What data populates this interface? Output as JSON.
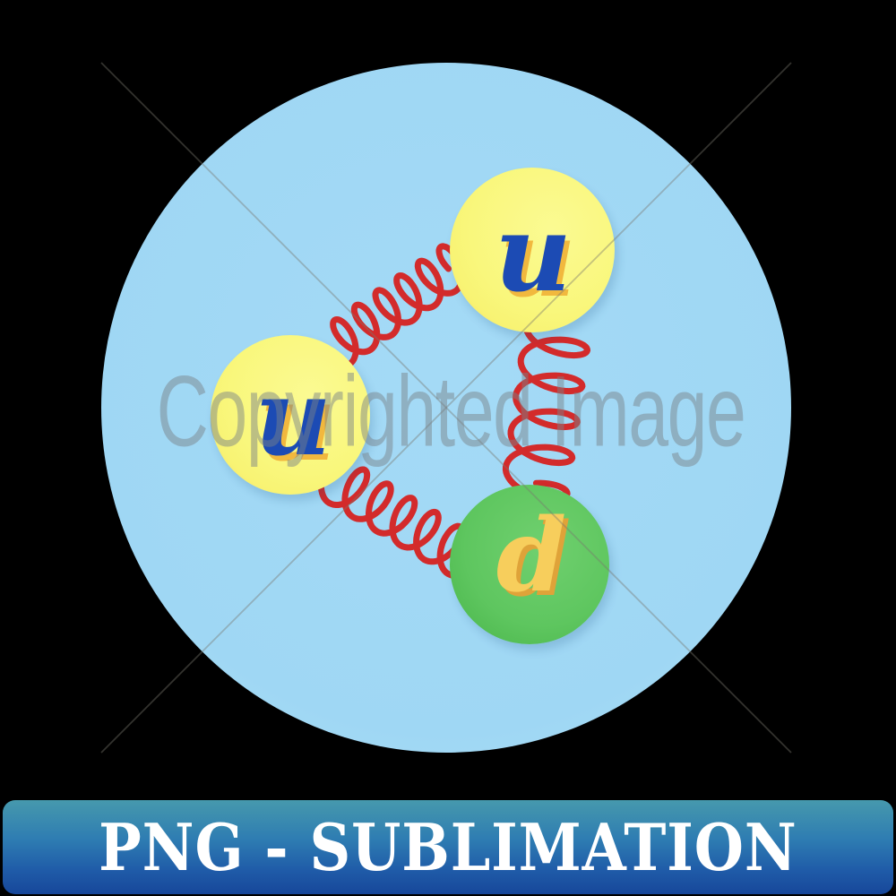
{
  "proton_diagram": {
    "description": "proton made of two up quarks and one down quark joined by gluon springs",
    "circle_color": "#9fd7f4",
    "gluon_color": "#d32b2b",
    "quarks": [
      {
        "symbol": "u",
        "fill": "#f9f77c",
        "letter_color": "#1c4bb4",
        "letter_shadow": "#f1b83e"
      },
      {
        "symbol": "u",
        "fill": "#f9f77c",
        "letter_color": "#1c4bb4",
        "letter_shadow": "#f1b83e"
      },
      {
        "symbol": "d",
        "fill": "#5ec65f",
        "letter_color": "#f7ce5c",
        "letter_shadow": "#dfa339"
      }
    ]
  },
  "watermark": {
    "text": "Copyrighted Image",
    "line_color": "#7a786e"
  },
  "banner": {
    "text": "PNG - SUBLIMATION",
    "text_color": "#ffffff",
    "gradient_top": "#4699ad",
    "gradient_bottom": "#17479a"
  },
  "background_color": "#000000"
}
